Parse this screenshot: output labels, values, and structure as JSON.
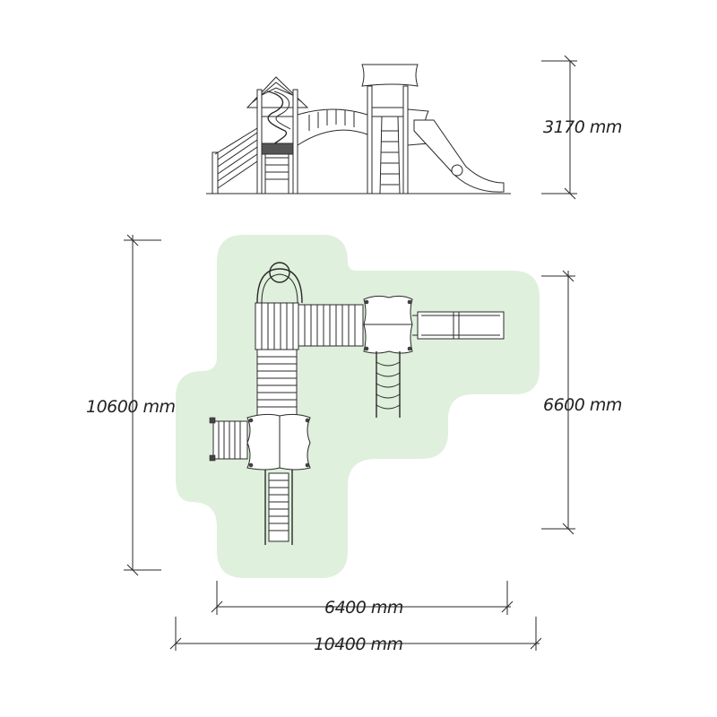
{
  "dimensions": {
    "height_elevation": "3170 mm",
    "depth_total": "10600 mm",
    "depth_partial": "6600 mm",
    "width_partial": "6400 mm",
    "width_total": "10400 mm"
  },
  "colors": {
    "safety_zone": "#dff0dc",
    "safety_zone_edge": "#c9e4c4",
    "line": "#2a2a2a"
  }
}
